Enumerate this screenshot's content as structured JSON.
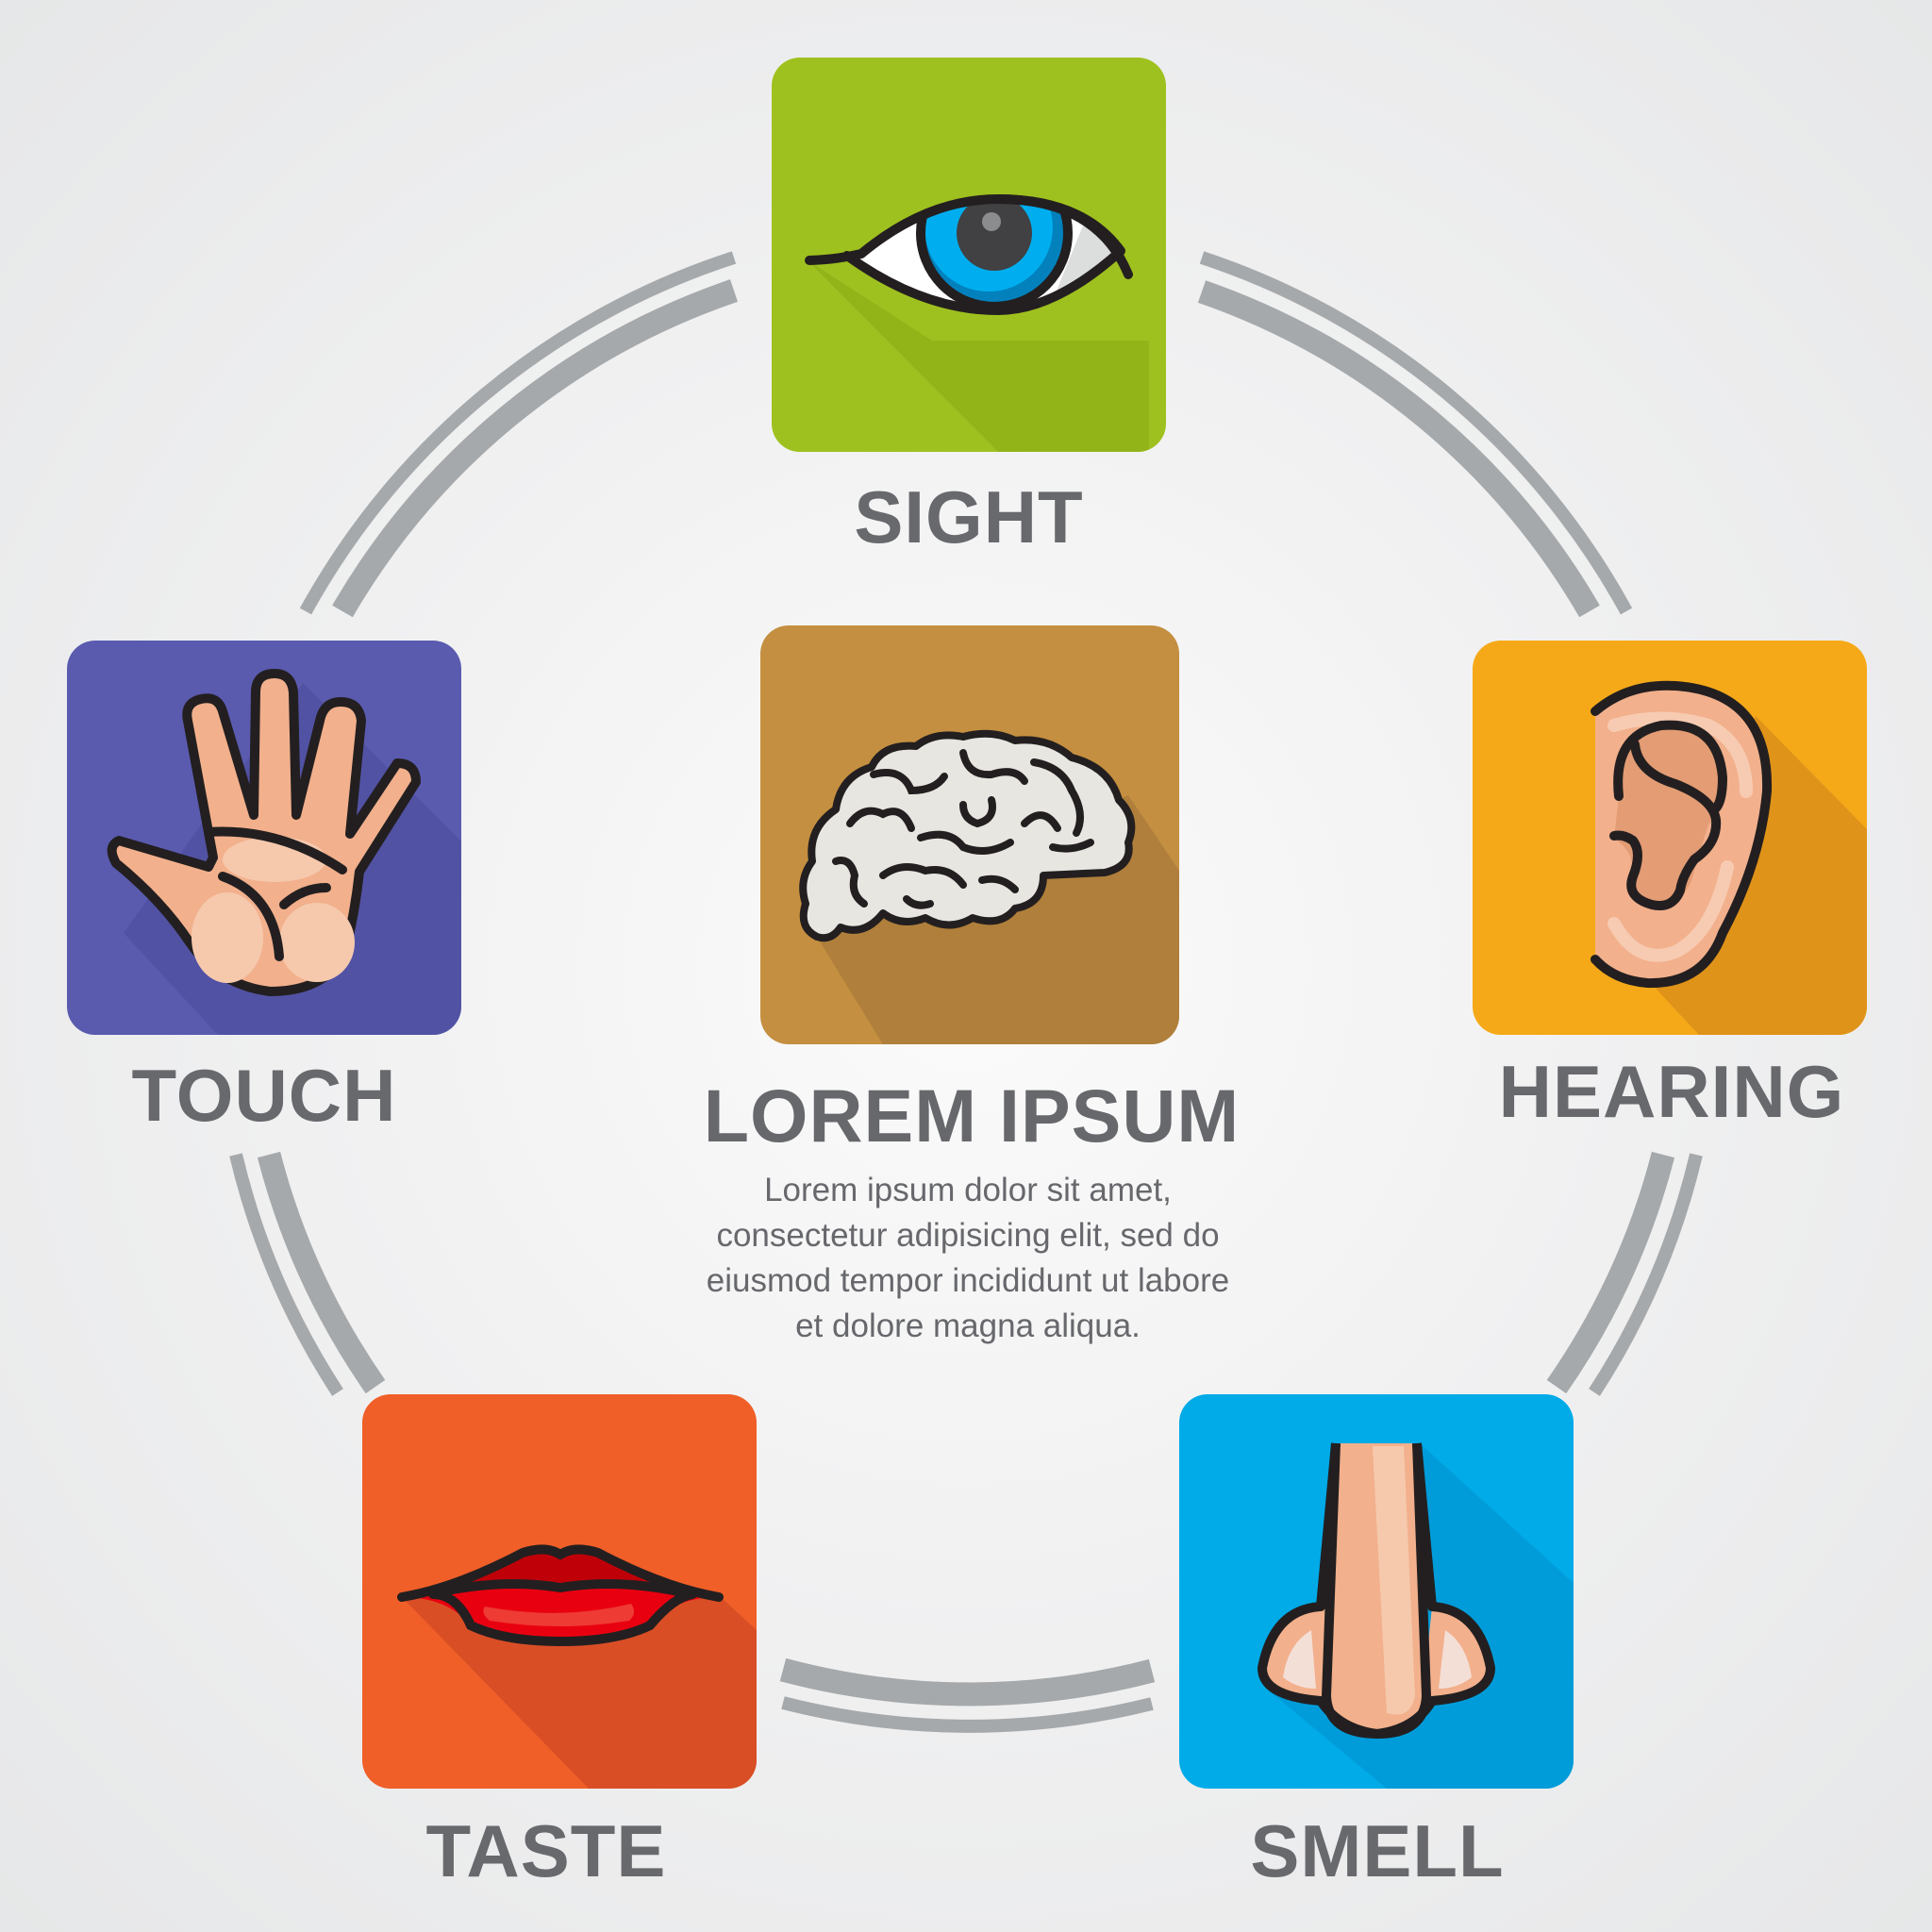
{
  "colors": {
    "background_center": "#fbfbfb",
    "background_edge": "#e6e7e8",
    "ring": "#a6a9ab",
    "label_text": "#68696d",
    "outline": "#231f20"
  },
  "senses": [
    {
      "id": "sight",
      "label": "SIGHT",
      "icon": "eye-icon",
      "tile_color": "#9fc11f"
    },
    {
      "id": "hearing",
      "label": "HEARING",
      "icon": "ear-icon",
      "tile_color": "#f5a918"
    },
    {
      "id": "smell",
      "label": "SMELL",
      "icon": "nose-icon",
      "tile_color": "#00abe8"
    },
    {
      "id": "taste",
      "label": "TASTE",
      "icon": "lips-icon",
      "tile_color": "#f05f28"
    },
    {
      "id": "touch",
      "label": "TOUCH",
      "icon": "hand-icon",
      "tile_color": "#5a5baf"
    }
  ],
  "center": {
    "icon": "brain-icon",
    "tile_color": "#c48f40",
    "title": "LOREM IPSUM",
    "body_lines": [
      "Lorem ipsum dolor sit amet,",
      "consectetur adipisicing elit, sed do",
      "eiusmod tempor incididunt ut labore",
      "et dolore magna aliqua."
    ]
  }
}
